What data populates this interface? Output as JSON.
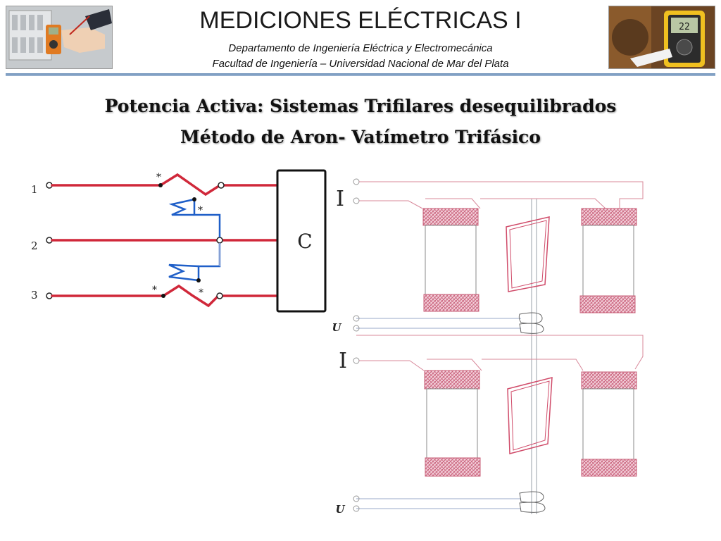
{
  "header": {
    "title": "MEDICIONES ELÉCTRICAS I",
    "department": "Departamento de Ingeniería Eléctrica y Electromecánica",
    "faculty": "Facultad de Ingeniería – Universidad Nacional de Mar del Plata",
    "left_photo": "multimeter-at-electrical-panel-photo",
    "right_photo": "multimeter-reading-photo",
    "right_photo_display": "22"
  },
  "slide": {
    "heading_line1": "Potencia Activa: Sistemas Trifilares desequilibrados",
    "heading_line2": "Método de Aron- Vatímetro Trifásico"
  },
  "circuit": {
    "line_labels": [
      "1",
      "2",
      "3"
    ],
    "polarity_marks": [
      "*",
      "*",
      "*",
      "*"
    ],
    "load_label": "C"
  },
  "wattmeter": {
    "current_label_top": "I",
    "voltage_label_top": "U",
    "current_label_bottom": "I",
    "voltage_label_bottom": "U"
  },
  "colors": {
    "phase_wire": "#d0283a",
    "voltage_coil": "#1f5fc8",
    "instrument_lines": "#d8889a",
    "winding_hatch": "#c8607a",
    "header_rule": "#6a8fb8"
  }
}
